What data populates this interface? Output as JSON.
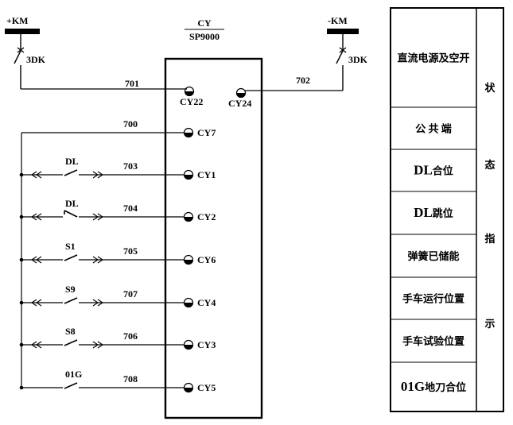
{
  "power": {
    "pos_label": "+KM",
    "neg_label": "-KM",
    "switch_left": "3DK",
    "switch_right": "3DK"
  },
  "device": {
    "title": "CY",
    "model": "SP9000"
  },
  "top_terminals": [
    {
      "wire": "701",
      "terminal": "CY22"
    },
    {
      "wire": "702",
      "terminal": "CY24"
    }
  ],
  "rows": [
    {
      "wire": "700",
      "switch": "",
      "terminal": "CY7"
    },
    {
      "wire": "703",
      "switch": "DL",
      "terminal": "CY1"
    },
    {
      "wire": "704",
      "switch": "DL",
      "terminal": "CY2"
    },
    {
      "wire": "705",
      "switch": "S1",
      "terminal": "CY6"
    },
    {
      "wire": "707",
      "switch": "S9",
      "terminal": "CY4"
    },
    {
      "wire": "706",
      "switch": "S8",
      "terminal": "CY3"
    },
    {
      "wire": "708",
      "switch": "01G",
      "terminal": "CY5"
    }
  ],
  "table": {
    "cells": [
      {
        "prefix": "",
        "text": "直流电源及空开"
      },
      {
        "prefix": "",
        "text": "公 共 端"
      },
      {
        "prefix": "DL",
        "text": "合位"
      },
      {
        "prefix": "DL",
        "text": "跳位"
      },
      {
        "prefix": "",
        "text": "弹簧已储能"
      },
      {
        "prefix": "",
        "text": "手车运行位置"
      },
      {
        "prefix": "",
        "text": "手车试验位置"
      },
      {
        "prefix": "01G",
        "text": "地刀合位"
      }
    ],
    "side_chars": [
      "状",
      "态",
      "指",
      "示"
    ]
  }
}
